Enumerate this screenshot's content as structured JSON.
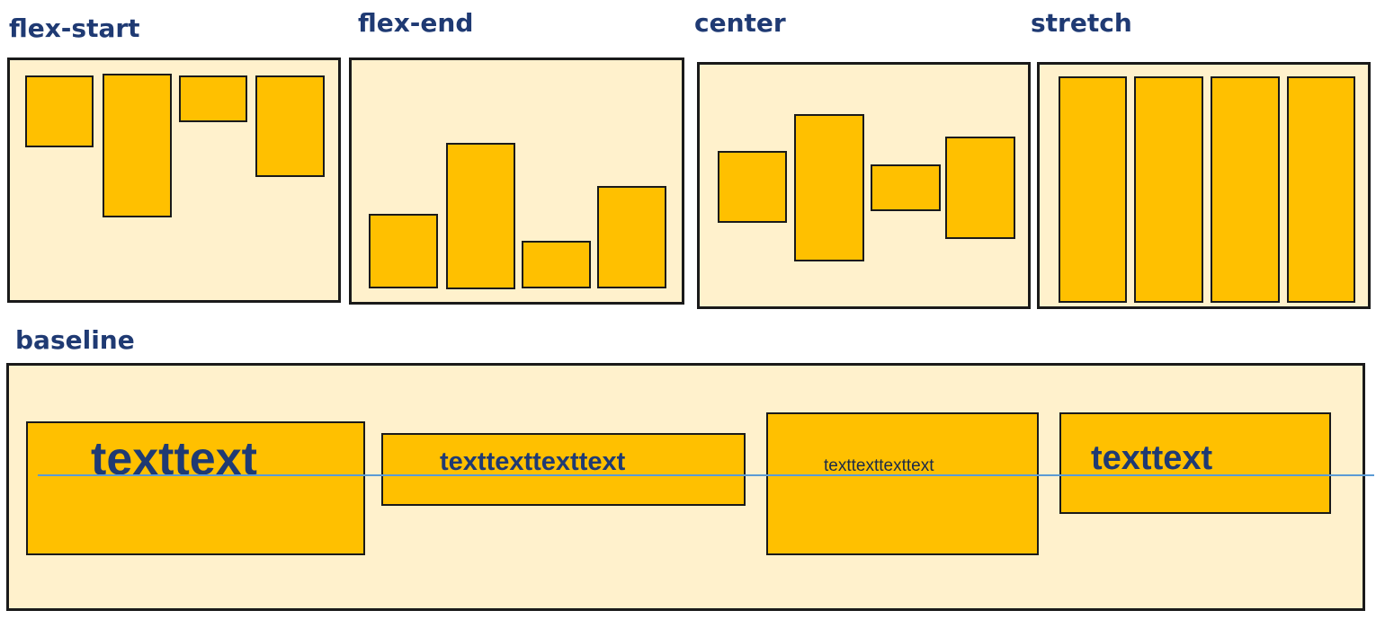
{
  "diagrams": [
    {
      "label": "flex-start"
    },
    {
      "label": "flex-end"
    },
    {
      "label": "center"
    },
    {
      "label": "stretch"
    },
    {
      "label": "baseline"
    }
  ],
  "baseline_items": [
    {
      "text": "texttext"
    },
    {
      "text": "texttexttexttext"
    },
    {
      "text": "texttexttexttext"
    },
    {
      "text": "texttext"
    }
  ],
  "colors": {
    "panel_fill": "#fff1cc",
    "item_fill": "#ffc000",
    "border": "#1a1a1a",
    "label_text": "#1f3a73",
    "baseline_line": "#5b9bd5"
  }
}
